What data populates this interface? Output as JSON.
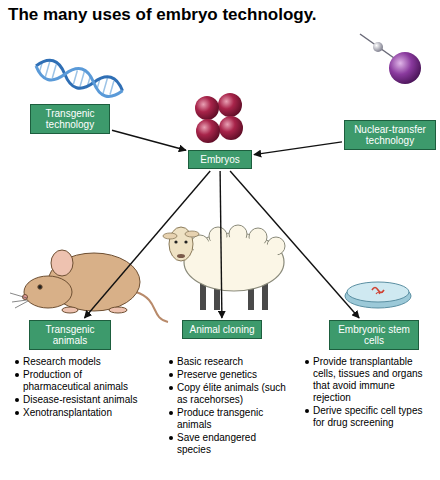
{
  "diagram": {
    "title": "The many uses of embryo technology.",
    "nodes": [
      {
        "text": [
          "Transgenic technology"
        ]
      },
      {
        "text": [
          "Nuclear-transfer technology"
        ]
      },
      {
        "text": [
          "Embryos"
        ]
      },
      {
        "text": [
          "Transgenic animals"
        ]
      },
      {
        "text": [
          "Animal cloning"
        ]
      },
      {
        "text": [
          "Embryonic stem cells"
        ]
      }
    ],
    "edges": [
      {
        "from": 0,
        "to": 2,
        "arrow": "to"
      },
      {
        "from": 1,
        "to": 2,
        "arrow": "to"
      },
      {
        "from": 2,
        "to": 3,
        "arrow": "to"
      },
      {
        "from": 2,
        "to": 4,
        "arrow": "to"
      },
      {
        "from": 2,
        "to": 5,
        "arrow": "to"
      }
    ],
    "labels": [
      "Research models",
      "Production of pharmaceutical animals",
      "Disease-resistant animals",
      "Xenotransplantation",
      "Basic research",
      "Preserve genetics",
      "Copy élite animals (such as racehorses)",
      "Produce transgenic animals",
      "Save endangered species",
      "Provide transplantable cells, tissues and organs that avoid immune rejection",
      "Derive specific cell types for drug screening"
    ]
  }
}
